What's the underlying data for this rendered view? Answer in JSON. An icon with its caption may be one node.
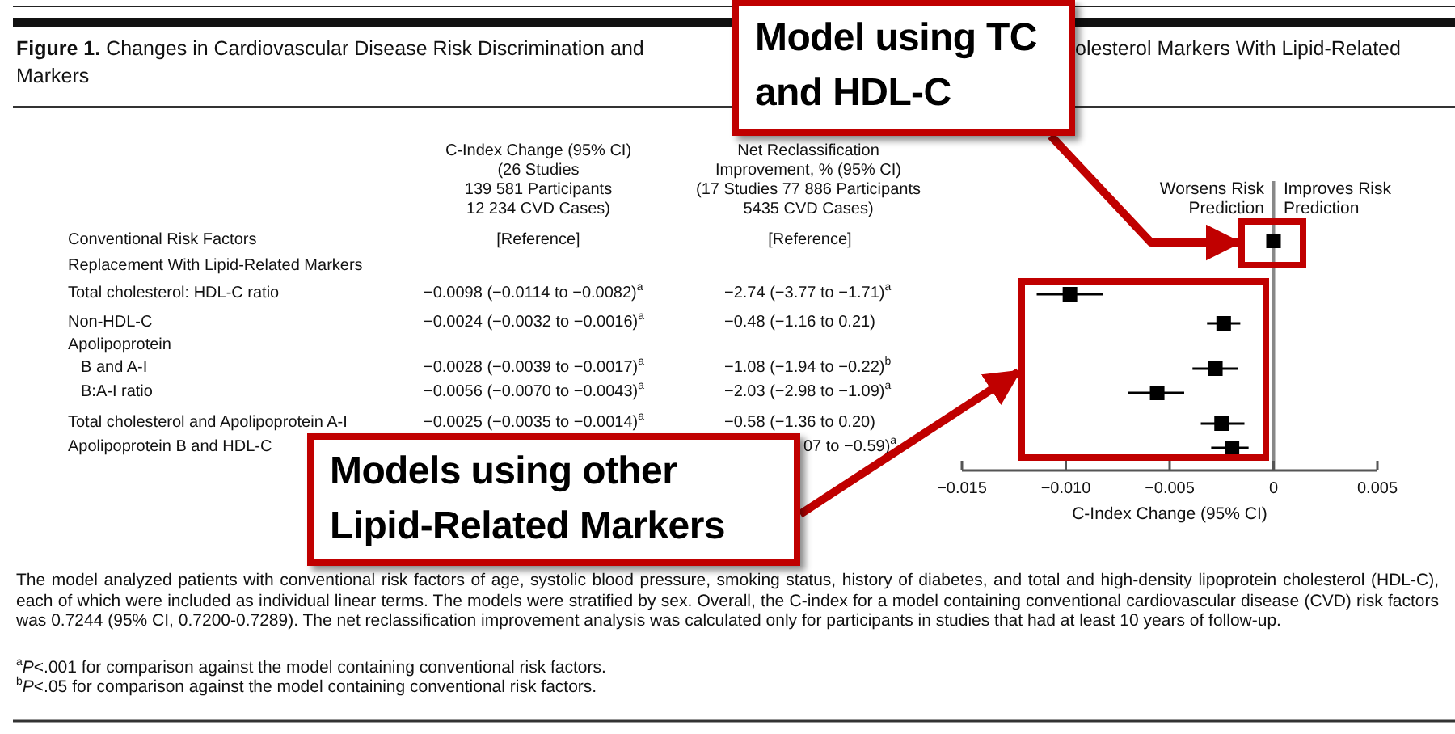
{
  "diagram": {
    "title": "**Figure 1.** Changes in Cardiovascular Disease Risk Discrimination and",
    "caption": "The model analyzed patients with conventional risk factors of age, systolic blood pressure, smoking status, history of diabetes, and total and high-density lipoprotein cholesterol (HDL-C), each of which were included as individual linear terms. The models were stratified by sex. Overall, the C-index for a model containing conventional cardiovascular disease (CVD) risk factors was 0.7244 (95% CI, 0.7200-0.7289). The net reclassification improvement analysis was calculated only for participants in studies that had at least 10 years of follow-up.",
    "nodes": [
      {
        "text": [
          "Model using TC and HDL-C"
        ]
      },
      {
        "text": [],
        "shape": "box"
      },
      {
        "text": [
          "Models using other Lipid-Related Markers"
        ]
      },
      {
        "text": [],
        "shape": "box"
      }
    ],
    "edges": [
      {
        "from": 0,
        "to": 1,
        "arrow": "to"
      },
      {
        "from": 2,
        "to": 3,
        "arrow": "to"
      }
    ],
    "labels": [
      "olesterol Markers With Lipid-Related Markers",
      "C-Index Change (95% CI)",
      "(26 Studies",
      "139 581 Participants",
      "12 234 CVD Cases)",
      "Net Reclassification",
      "Improvement, % (95% CI)",
      "(17 Studies 77 886 Participants",
      "5435 CVD Cases)",
      "Worsens Risk Prediction",
      "Improves Risk Prediction",
      "Conventional Risk Factors",
      "[Reference]",
      "[Reference]",
      "Replacement With Lipid-Related Markers",
      "Total cholesterol: HDL-C ratio",
      "−0.0098 (−0.0114 to −0.0082)$^{a}$",
      "−2.74 (−3.77 to −1.71)$^{a}$",
      "Non-HDL-C",
      "−0.0024 (−0.0032 to −0.0016)$^{a}$",
      "−0.48 (−1.16 to 0.21)",
      "Apolipoprotein",
      "B and A-I",
      "−0.0028 (−0.0039 to −0.0017)$^{a}$",
      "−1.08 (−1.94 to −0.22)$^{b}$",
      "B:A-I ratio",
      "−0.0056 (−0.0070 to −0.0043)$^{a}$",
      "−2.03 (−2.98 to −1.09)$^{a}$",
      "Total cholesterol and Apolipoprotein A-I",
      "−0.0025 (−0.0035 to −0.0014)$^{a}$",
      "−0.58 (−1.36 to 0.20)",
      "Apolipoprotein B and HDL-C",
      "07 to −0.59)$^{a}$",
      "−0.015",
      "−0.010",
      "−0.005",
      "0",
      "0.005",
      "C-Index Change (95% CI)",
      "$^{a}$*P*<.001 for comparison against the model containing conventional risk factors.",
      "$^{b}$*P*<.05 for comparison against the model containing conventional risk factors."
    ]
  }
}
